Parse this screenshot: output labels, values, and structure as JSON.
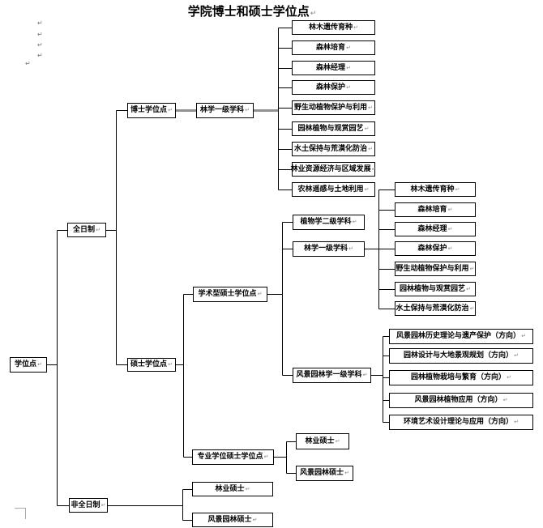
{
  "title": "学院博士和硕士学位点",
  "marks": {
    "pilcrow": "↵"
  },
  "colors": {
    "line": "#000000",
    "highlight_line": "#909090",
    "box_border": "#000000",
    "text": "#000000",
    "mark": "#808080"
  },
  "tree": {
    "root": "学位点",
    "fulltime": "全日制",
    "parttime": "非全日制",
    "doctoral": "博士学位点",
    "master": "硕士学位点",
    "doc_discipline": "林学一级学科",
    "academic": "学术型硕士学位点",
    "professional": "专业学位硕士学位点",
    "botany2": "植物学二级学科",
    "mas_forestry": "林学一级学科",
    "mas_landscape": "风景园林学一级学科",
    "doc_children": [
      "林木遗传育种",
      "森林培育",
      "森林经理",
      "森林保护",
      "野生动植物保护与利用",
      "园林植物与观赏园艺",
      "水土保持与荒漠化防治",
      "林业资源经济与区域发展",
      "农林遥感与土地利用"
    ],
    "mas_children": [
      "林木遗传育种",
      "森林培育",
      "森林经理",
      "森林保护",
      "野生动植物保护与利用",
      "园林植物与观赏园艺",
      "水土保持与荒漠化防治"
    ],
    "landscape_directions": [
      "风景园林历史理论与遗产保护（方向）",
      "园林设计与大地景观规划（方向）",
      "园林植物栽培与繁育（方向）",
      "风景园林植物应用（方向）",
      "环境艺术设计理论与应用（方向）"
    ],
    "prof_children": [
      "林业硕士",
      "风景园林硕士"
    ],
    "parttime_children": [
      "林业硕士",
      "风景园林硕士"
    ]
  }
}
